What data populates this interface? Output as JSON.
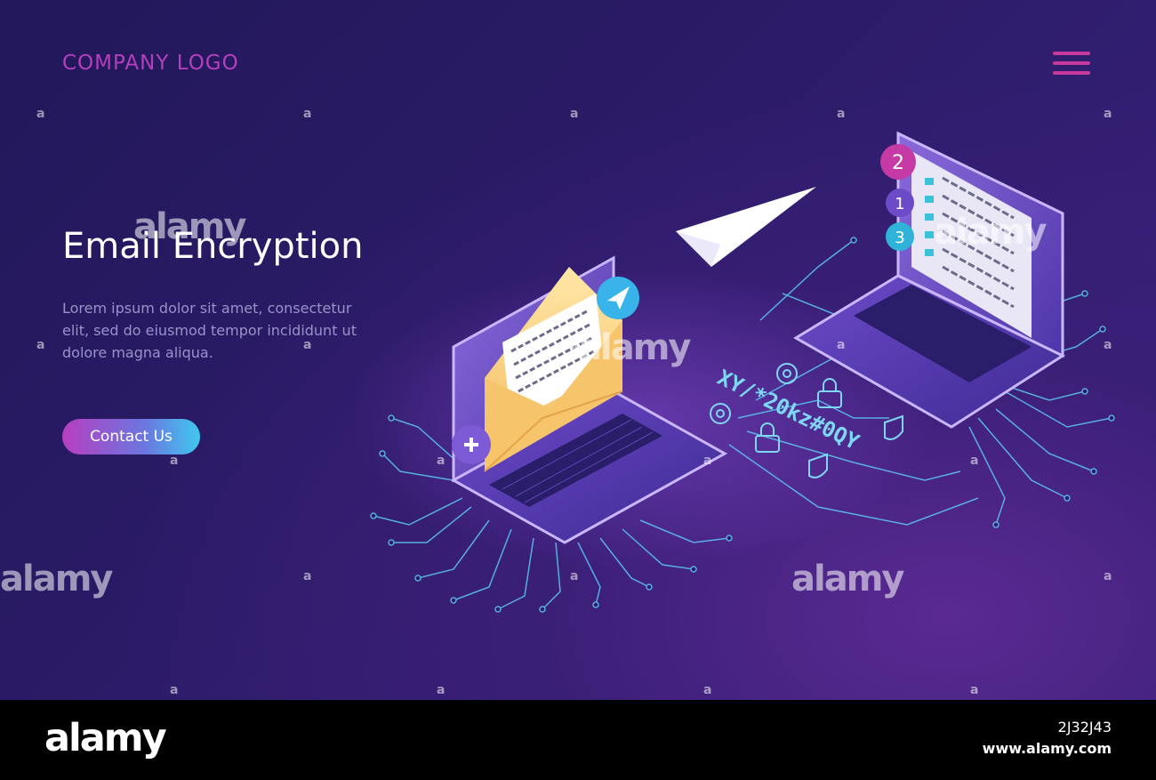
{
  "brand": {
    "logo_text": "COMPANY LOGO"
  },
  "header": {
    "menu_icon": "hamburger-menu-icon"
  },
  "hero": {
    "title": "Email Encryption",
    "description": "Lorem ipsum dolor sit amet, consectetur elit, sed do eiusmod tempor incididunt ut dolore magna aliqua.",
    "cta_label": "Contact Us"
  },
  "illustration": {
    "cipher_text": "XY/*20kz#0QY",
    "badges": [
      "2",
      "1",
      "3"
    ],
    "icons": [
      "envelope-icon",
      "paper-plane-icon",
      "send-icon",
      "plus-icon",
      "gear-icon",
      "lock-icon",
      "shield-icon",
      "checklist-icon",
      "laptop-icon",
      "circuit-board-icon"
    ]
  },
  "watermark": {
    "text": "alamy",
    "small_mark": "a",
    "image_id": "2J32J43",
    "site": "www.alamy.com"
  },
  "colors": {
    "background_dark": "#22185a",
    "background_light": "#3a2380",
    "logo": "#b43fbe",
    "menu": "#c7399c",
    "description": "#9a92c9",
    "cta_start": "#b73ec1",
    "cta_end": "#3ec8f0",
    "circuit": "#5cc8f2"
  }
}
